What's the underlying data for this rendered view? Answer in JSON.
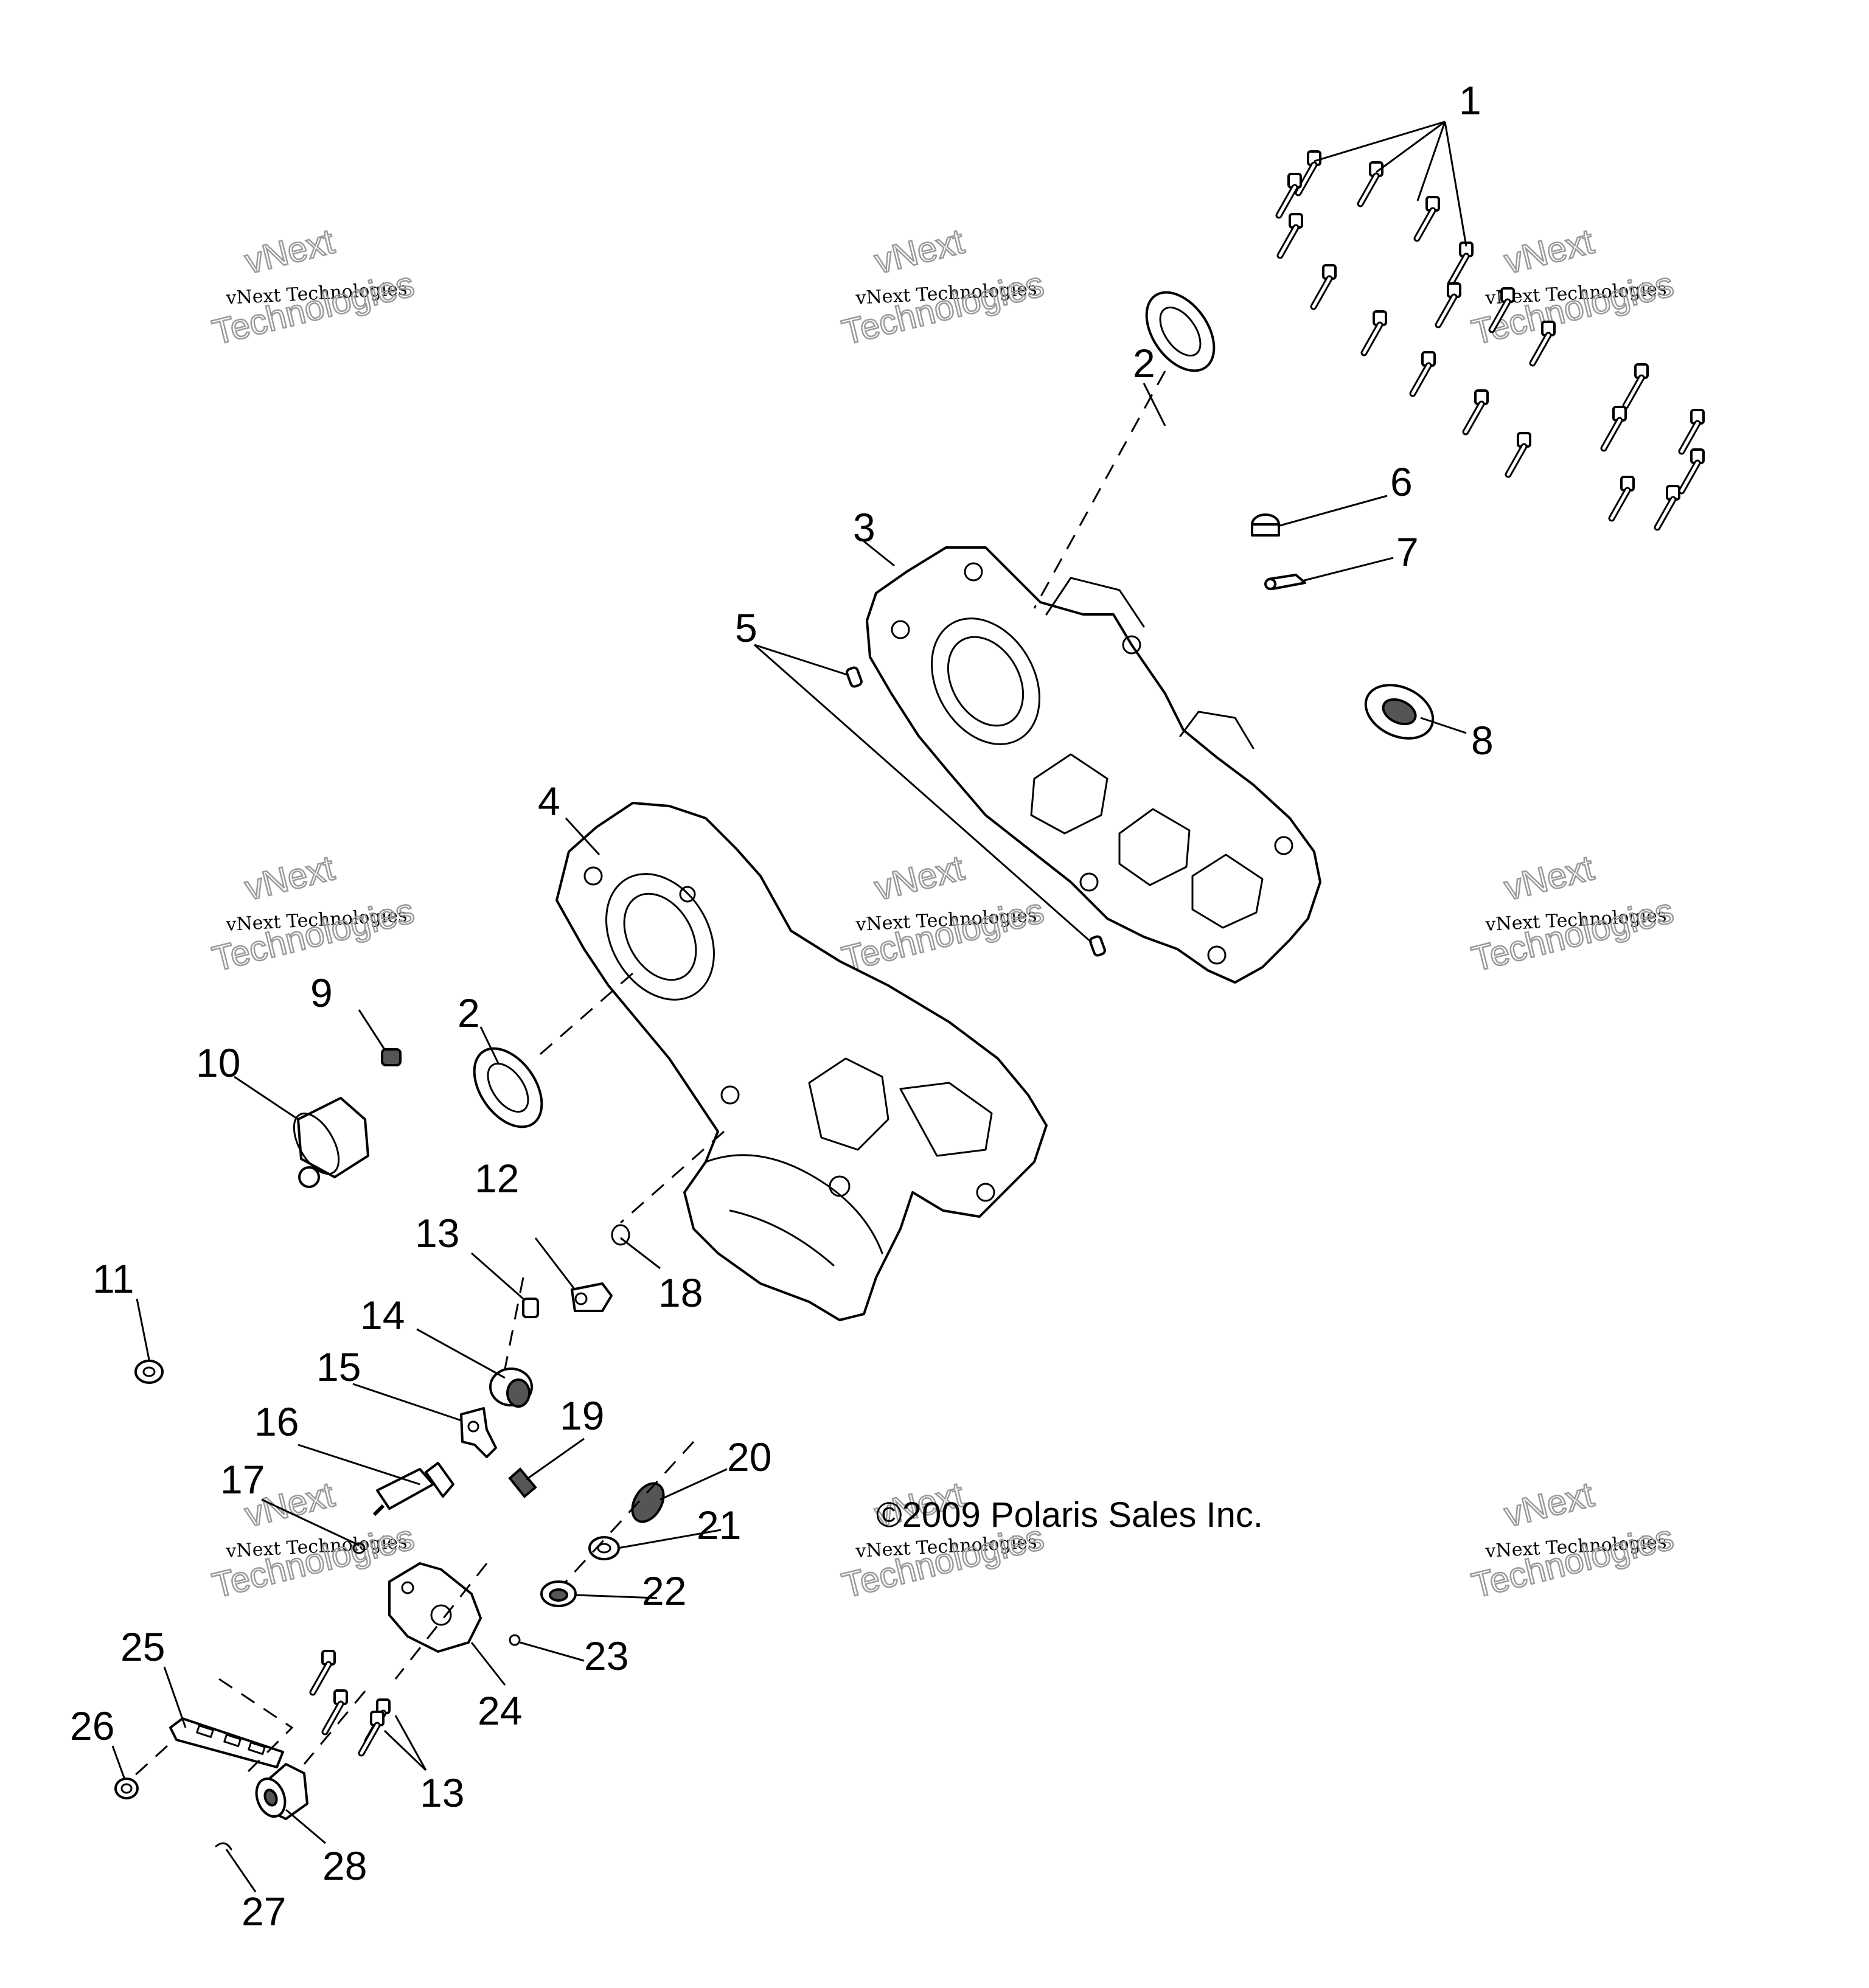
{
  "copyright": "©2009 Polaris Sales Inc.",
  "watermark": {
    "small": "vNext Technologies",
    "large_top": "vNext",
    "large_bottom": "Technologies"
  },
  "callouts": {
    "c1": "1",
    "c2a": "2",
    "c2b": "2",
    "c3": "3",
    "c4": "4",
    "c5": "5",
    "c6": "6",
    "c7": "7",
    "c8": "8",
    "c9": "9",
    "c10": "10",
    "c11": "11",
    "c12": "12",
    "c13a": "13",
    "c13b": "13",
    "c14": "14",
    "c15": "15",
    "c16": "16",
    "c17": "17",
    "c18": "18",
    "c19": "19",
    "c20": "20",
    "c21": "21",
    "c22": "22",
    "c23": "23",
    "c24": "24",
    "c25": "25",
    "c26": "26",
    "c27": "27",
    "c28": "28"
  }
}
